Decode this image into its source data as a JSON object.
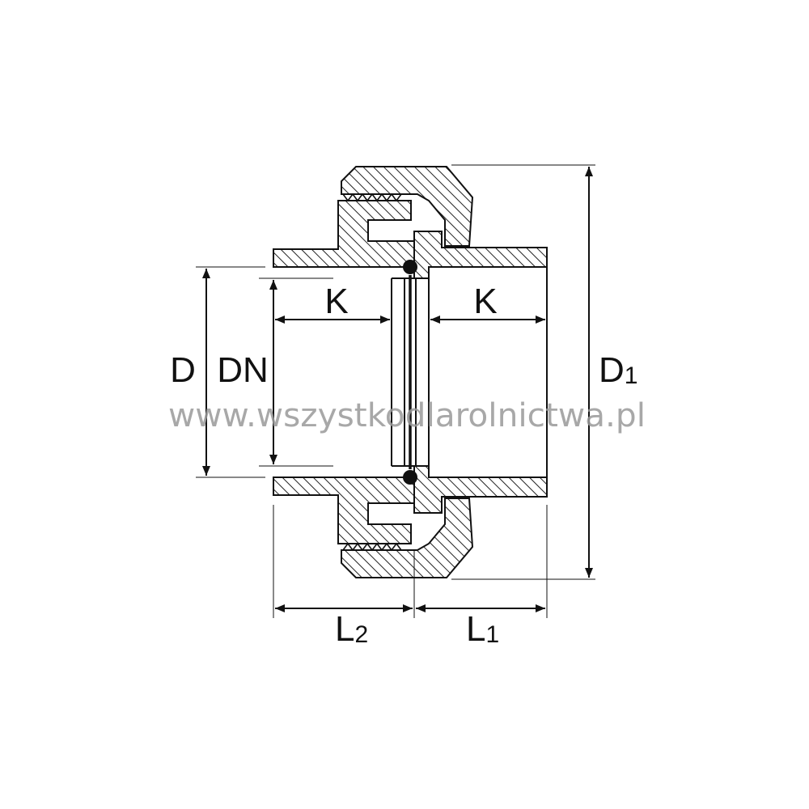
{
  "labels": {
    "k_left": "K",
    "k_right": "K",
    "d": "D",
    "dn": "DN",
    "d1_main": "D",
    "d1_sub": "1",
    "l2_main": "L",
    "l2_sub": "2",
    "l1_main": "L",
    "l1_sub": "1"
  },
  "watermark": "www.wszystkodlarolnictwa.pl",
  "colors": {
    "line": "#111111",
    "hatch": "#222222",
    "background": "#ffffff",
    "watermark": "#9a9a9a"
  }
}
